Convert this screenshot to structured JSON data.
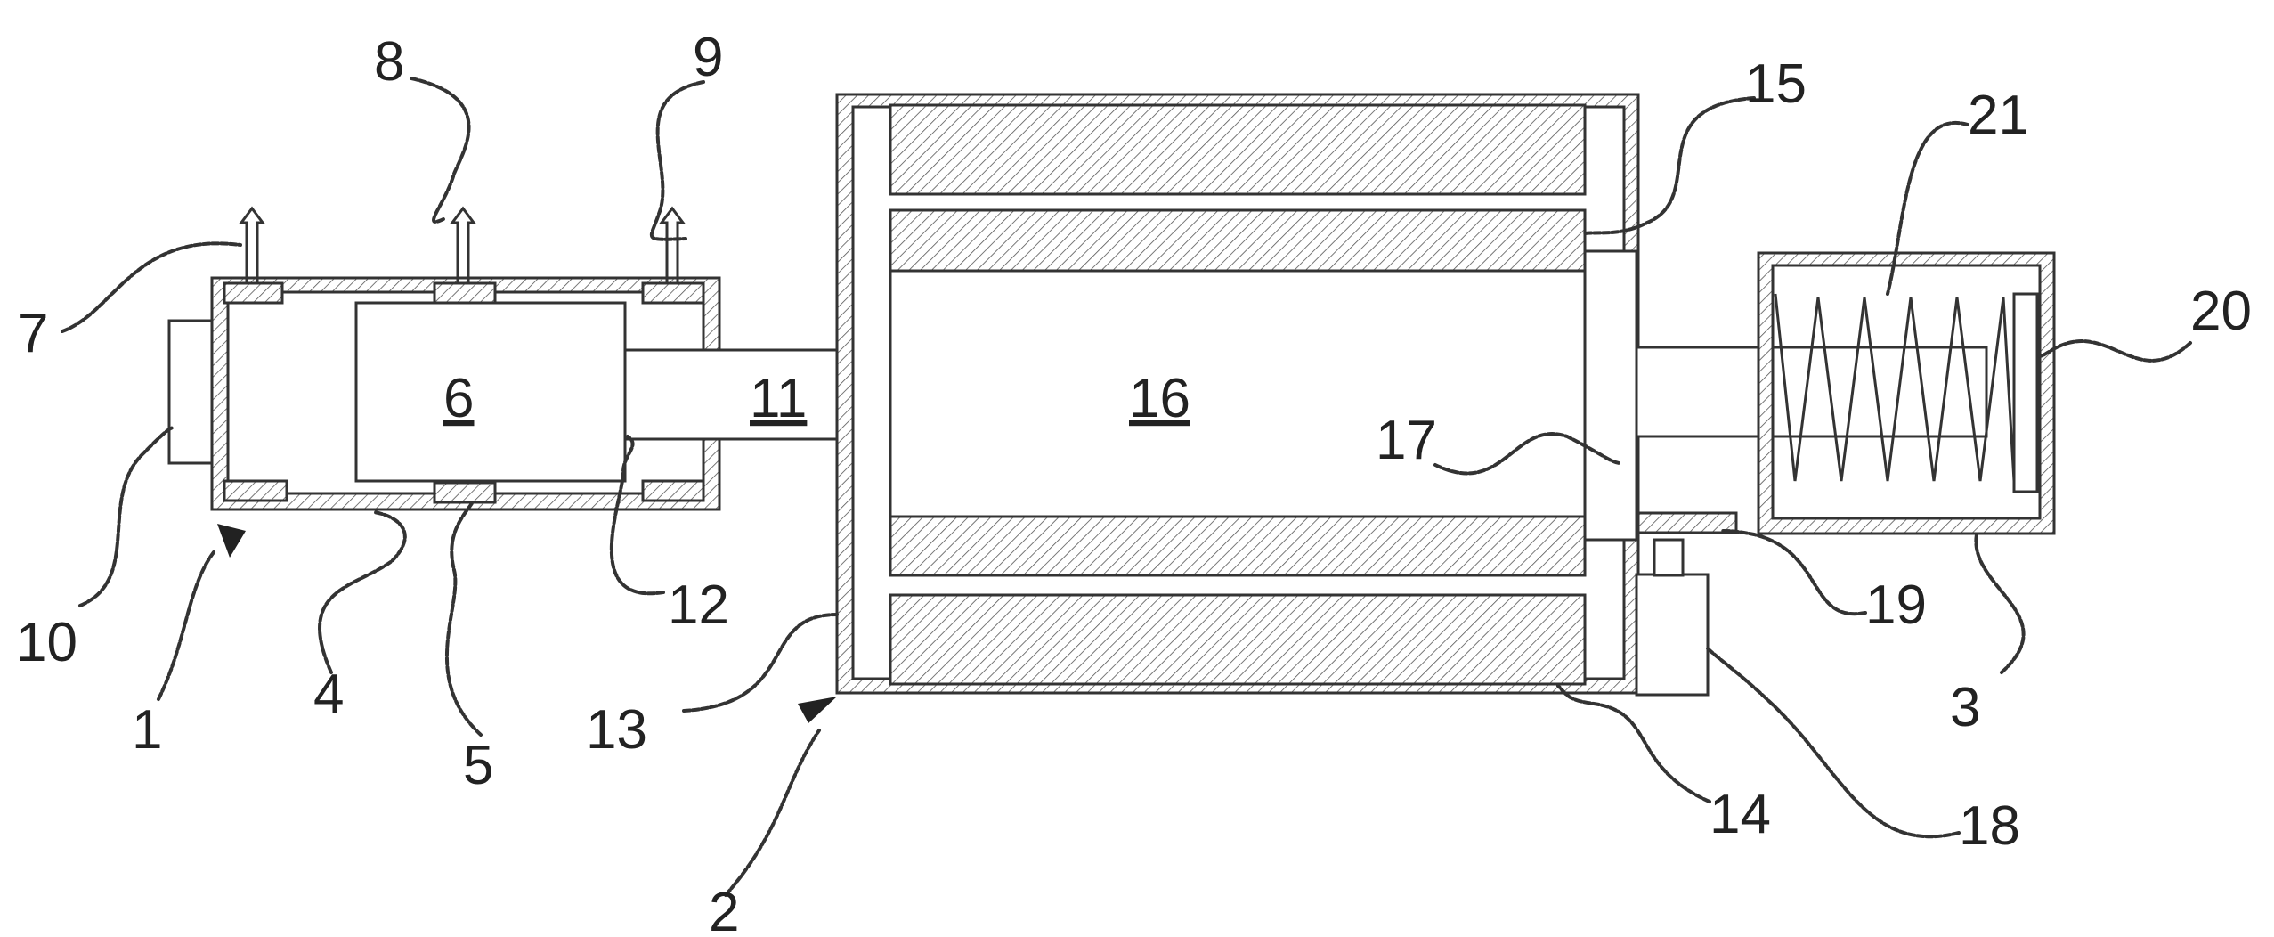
{
  "diagram": {
    "kind": "patent-schematic",
    "labels": {
      "l1": "1",
      "l2": "2",
      "l3": "3",
      "l4": "4",
      "l5": "5",
      "l6": "6",
      "l7": "7",
      "l8": "8",
      "l9": "9",
      "l10": "10",
      "l11": "11",
      "l12": "12",
      "l13": "13",
      "l14": "14",
      "l15": "15",
      "l16": "16",
      "l17": "17",
      "l18": "18",
      "l19": "19",
      "l20": "20",
      "l21": "21"
    }
  }
}
